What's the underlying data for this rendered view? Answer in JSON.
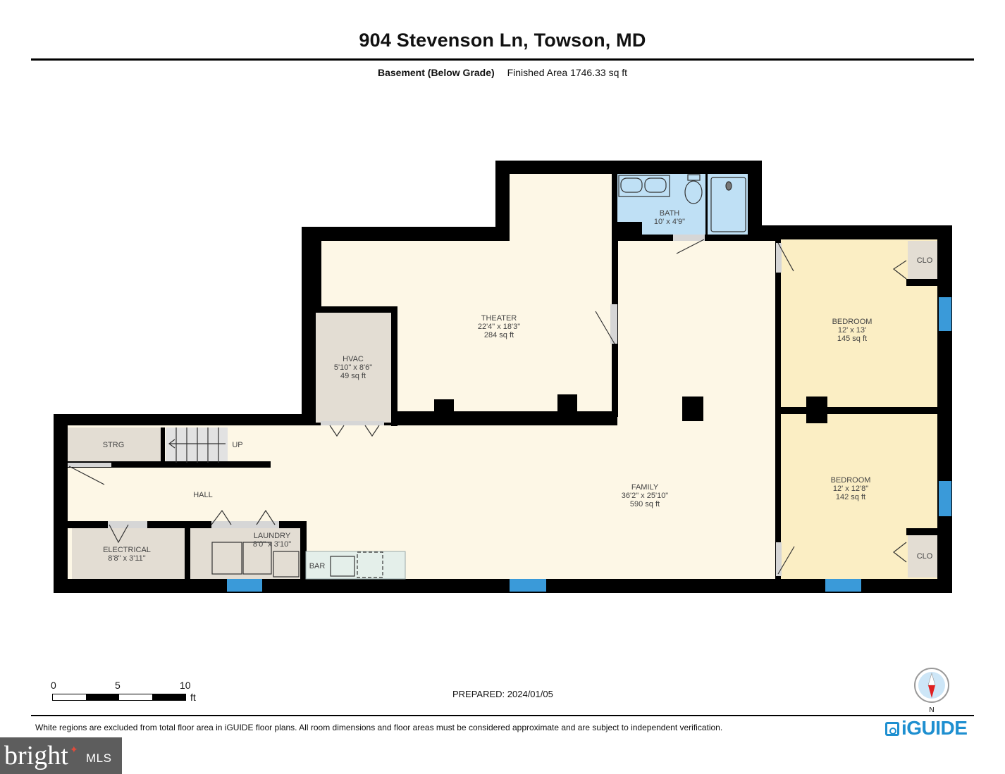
{
  "header": {
    "title": "904 Stevenson Ln, Towson, MD",
    "level": "Basement (Below Grade)",
    "finished_area": "Finished Area 1746.33 sq ft"
  },
  "rooms": {
    "theater": {
      "name": "THEATER",
      "dims": "22'4\" x 18'3\"",
      "area": "284 sq ft"
    },
    "bath": {
      "name": "BATH",
      "dims": "10' x 4'9\""
    },
    "hvac": {
      "name": "HVAC",
      "dims": "5'10\" x 8'6\"",
      "area": "49 sq ft"
    },
    "family": {
      "name": "FAMILY",
      "dims": "36'2\" x 25'10\"",
      "area": "590 sq ft"
    },
    "bedroom1": {
      "name": "BEDROOM",
      "dims": "12' x 13'",
      "area": "145 sq ft"
    },
    "bedroom2": {
      "name": "BEDROOM",
      "dims": "12' x 12'8\"",
      "area": "142 sq ft"
    },
    "closet1": {
      "name": "CLO"
    },
    "closet2": {
      "name": "CLO"
    },
    "storage": {
      "name": "STRG"
    },
    "stairs": {
      "name": "UP"
    },
    "hall": {
      "name": "HALL"
    },
    "electrical": {
      "name": "ELECTRICAL",
      "dims": "8'8\" x 3'11\""
    },
    "laundry": {
      "name": "LAUNDRY",
      "dims": "8'0\" x 3'10\""
    },
    "bar": {
      "name": "BAR"
    }
  },
  "colors": {
    "wall": "#000000",
    "living_fill": "#fdf7e6",
    "bedroom_fill": "#fbeec4",
    "utility_fill": "#e3ddd3",
    "bath_fill": "#bfe0f5",
    "bar_fill": "#e4efea",
    "window": "#3a9ad9",
    "door_swing": "#d6d6d6"
  },
  "scale_bar": {
    "ticks": [
      "0",
      "5",
      "10"
    ],
    "unit": "ft"
  },
  "footer": {
    "prepared": "PREPARED: 2024/01/05",
    "disclaimer": "White regions are excluded from total floor area in iGUIDE floor plans. All room dimensions and floor areas must be considered approximate and are subject to independent verification.",
    "compass_label": "N",
    "brand": "iGUIDE",
    "watermark_main": "bright",
    "watermark_sub": "MLS"
  }
}
